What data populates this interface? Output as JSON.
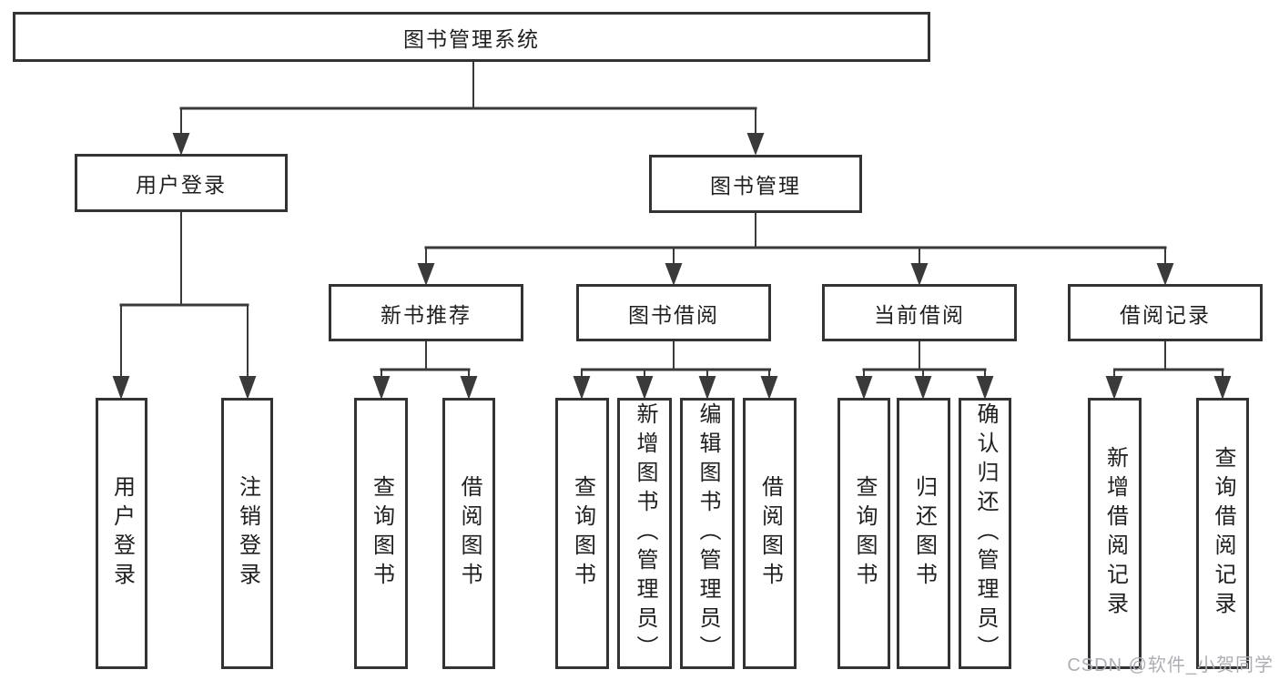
{
  "diagram": {
    "root": {
      "label": "图书管理系统"
    },
    "branches": [
      {
        "label": "用户登录",
        "children": [
          {
            "label": "用户登录"
          },
          {
            "label": "注销登录"
          }
        ]
      },
      {
        "label": "图书管理",
        "children": [
          {
            "label": "新书推荐",
            "children": [
              {
                "label": "查询图书"
              },
              {
                "label": "借阅图书"
              }
            ]
          },
          {
            "label": "图书借阅",
            "children": [
              {
                "label": "查询图书"
              },
              {
                "label": "新增图书（管理员）"
              },
              {
                "label": "编辑图书（管理员）"
              },
              {
                "label": "借阅图书"
              }
            ]
          },
          {
            "label": "当前借阅",
            "children": [
              {
                "label": "查询图书"
              },
              {
                "label": "归还图书"
              },
              {
                "label": "确认归还（管理员）"
              }
            ]
          },
          {
            "label": "借阅记录",
            "children": [
              {
                "label": "新增借阅记录"
              },
              {
                "label": "查询借阅记录"
              }
            ]
          }
        ]
      }
    ]
  },
  "watermark": {
    "text": "CSDN @软件_小贺同学"
  },
  "colors": {
    "line": "#3a3a3a",
    "box_border": "#333333",
    "text": "#1f1f1f",
    "watermark": "#aeaeb4",
    "background": "#ffffff"
  }
}
